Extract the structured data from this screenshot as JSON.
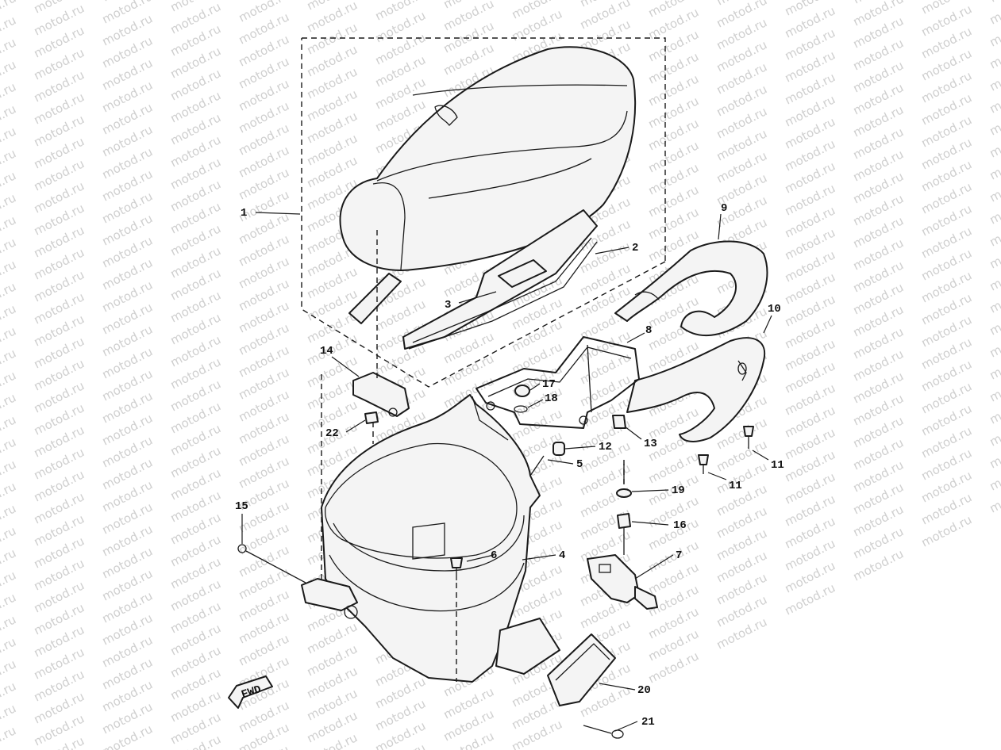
{
  "watermark": "motod.ru",
  "fwd_label": "FWD",
  "callouts": {
    "c1": "1",
    "c2": "2",
    "c3": "3",
    "c4": "4",
    "c5": "5",
    "c6": "6",
    "c7": "7",
    "c8": "8",
    "c9": "9",
    "c10": "10",
    "c11a": "11",
    "c11b": "11",
    "c12": "12",
    "c13": "13",
    "c14": "14",
    "c15": "15",
    "c16": "16",
    "c17": "17",
    "c18": "18",
    "c19": "19",
    "c20": "20",
    "c21": "21",
    "c22": "22"
  }
}
